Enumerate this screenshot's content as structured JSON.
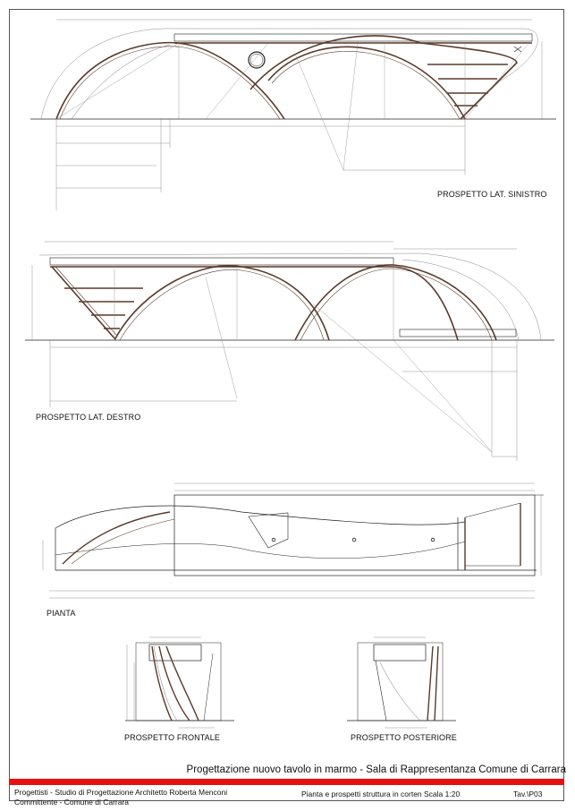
{
  "views": {
    "lat_sinistro": {
      "title": "PROSPETTO LAT. SINISTRO"
    },
    "lat_destro": {
      "title": "PROSPETTO LAT. DESTRO"
    },
    "pianta": {
      "title": "PIANTA"
    },
    "frontale": {
      "title": "PROSPETTO FRONTALE"
    },
    "posteriore": {
      "title": "PROSPETTO POSTERIORE"
    }
  },
  "title_block": {
    "project_title": "Progettazione nuovo tavolo in marmo - Sala di Rappresentanza Comune di Carrara",
    "designers": "Progettisti  -  Studio di Progettazione Architetto Roberta Menconi",
    "client": "Committente  -  Comune di Carrara",
    "drawing_description": "Pianta e prospetti struttura in corten Scala 1:20",
    "sheet_number": "Tav.\\P03"
  },
  "colors": {
    "accent_red": "#e8100f",
    "line": "#222222",
    "arc_brown": "#5a3a2a",
    "dim_line": "#777777"
  }
}
